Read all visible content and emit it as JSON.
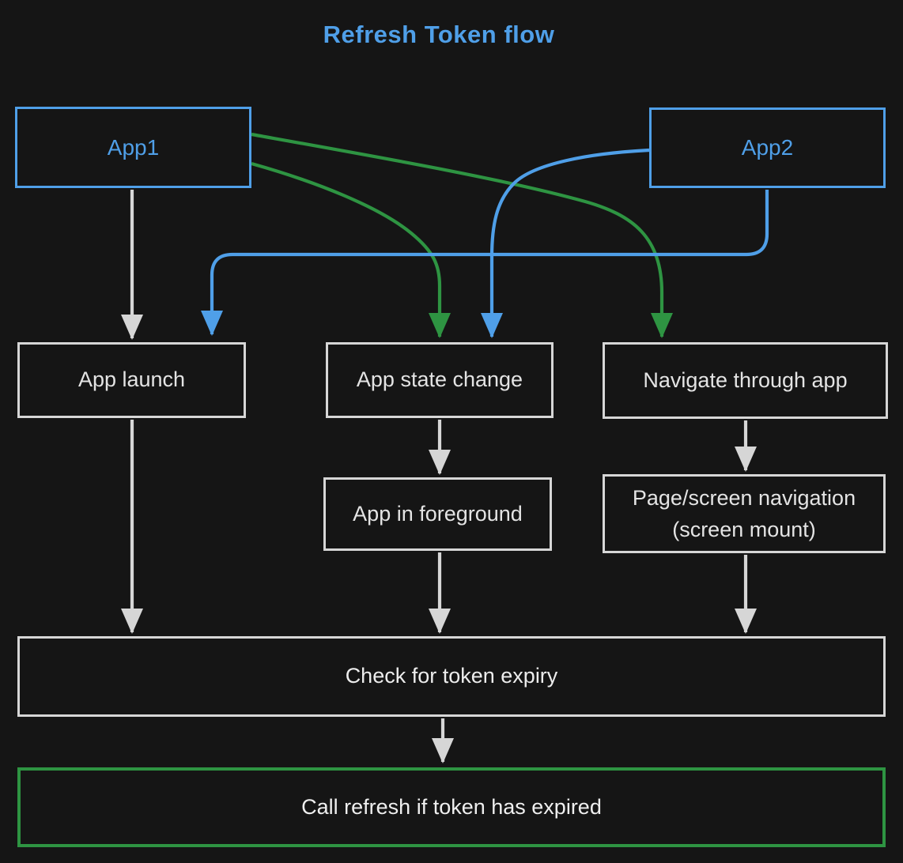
{
  "title": "Refresh Token flow",
  "colors": {
    "background": "#151515",
    "blue": "#4f9fe8",
    "green": "#2e9442",
    "gray": "#d6d6d6",
    "text-light": "#e4e4e4"
  },
  "nodes": {
    "app1": {
      "label": "App1"
    },
    "app2": {
      "label": "App2"
    },
    "app_launch": {
      "label": "App launch"
    },
    "app_state_change": {
      "label": "App state change"
    },
    "navigate_through_app": {
      "label": "Navigate through app"
    },
    "app_in_foreground": {
      "label": "App in foreground"
    },
    "page_screen_navigation": {
      "label": "Page/screen navigation (screen mount)",
      "line1": "Page/screen navigation",
      "line2": "(screen mount)"
    },
    "check_token_expiry": {
      "label": "Check for token expiry"
    },
    "call_refresh": {
      "label": "Call refresh if token has expired"
    }
  },
  "edges": [
    {
      "from": "App1",
      "to": "App launch",
      "color": "#d6d6d6"
    },
    {
      "from": "App1",
      "to": "App state change",
      "color": "#2e9442"
    },
    {
      "from": "App1",
      "to": "Navigate through app",
      "color": "#2e9442"
    },
    {
      "from": "App2",
      "to": "App state change",
      "color": "#4f9fe8"
    },
    {
      "from": "App2",
      "to": "App launch",
      "color": "#4f9fe8"
    },
    {
      "from": "App launch",
      "to": "Check for token expiry",
      "color": "#d6d6d6"
    },
    {
      "from": "App state change",
      "to": "App in foreground",
      "color": "#d6d6d6"
    },
    {
      "from": "App in foreground",
      "to": "Check for token expiry",
      "color": "#d6d6d6"
    },
    {
      "from": "Navigate through app",
      "to": "Page/screen navigation (screen mount)",
      "color": "#d6d6d6"
    },
    {
      "from": "Page/screen navigation (screen mount)",
      "to": "Check for token expiry",
      "color": "#d6d6d6"
    },
    {
      "from": "Check for token expiry",
      "to": "Call refresh if token has expired",
      "color": "#d6d6d6"
    }
  ]
}
